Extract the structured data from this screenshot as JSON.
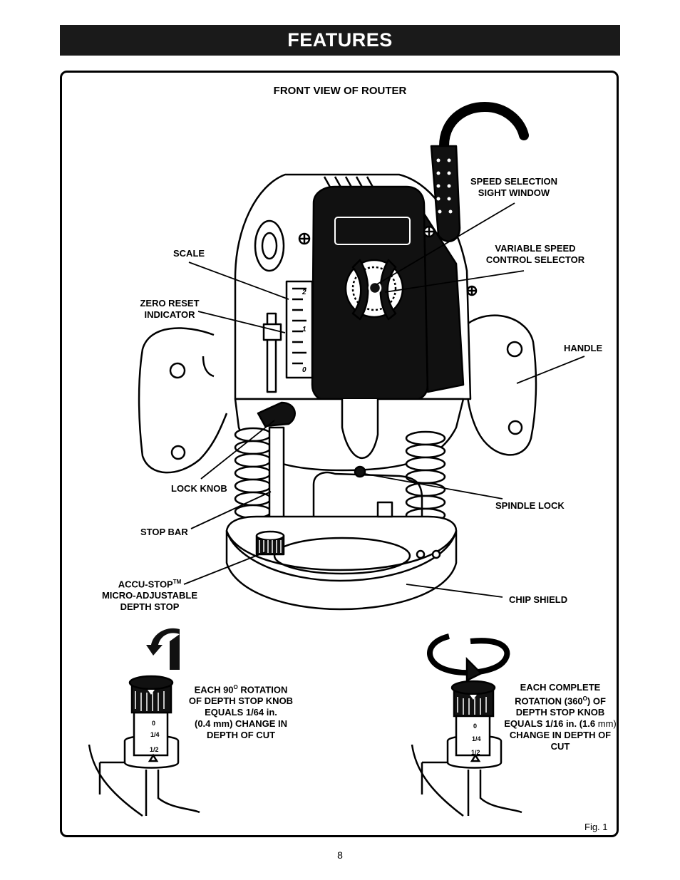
{
  "header": {
    "title": "FEATURES"
  },
  "figure": {
    "title": "FRONT VIEW OF ROUTER",
    "caption": "Fig. 1",
    "labels": {
      "scale": "SCALE",
      "zero_reset_1": "ZERO RESET",
      "zero_reset_2": "INDICATOR",
      "lock_knob": "LOCK KNOB",
      "stop_bar": "STOP BAR",
      "accu_stop_1": "ACCU-STOP",
      "accu_stop_tm": "TM",
      "accu_stop_2": "MICRO-ADJUSTABLE",
      "accu_stop_3": "DEPTH STOP",
      "speed_window_1": "SPEED SELECTION",
      "speed_window_2": "SIGHT WINDOW",
      "variable_speed_1": "VARIABLE SPEED",
      "variable_speed_2": "CONTROL SELECTOR",
      "handle": "HANDLE",
      "spindle_lock": "SPINDLE LOCK",
      "chip_shield": "CHIP SHIELD"
    },
    "scale_marks": [
      "2",
      "1",
      "0"
    ],
    "knob_marks": [
      "0",
      "1/4",
      "1/2"
    ]
  },
  "notes": {
    "left": {
      "line1a": "EACH 90",
      "line1sup": "O",
      "line1b": " ROTATION",
      "line2": "OF DEPTH STOP KNOB",
      "line3": "EQUALS 1/64 in.",
      "line4": "(0.4 mm) CHANGE IN",
      "line5": "DEPTH OF CUT"
    },
    "right": {
      "line1": "EACH COMPLETE",
      "line2a": "ROTATION (360",
      "line2sup": "O",
      "line2b": ") OF",
      "line3": "DEPTH STOP KNOB",
      "line4a": "EQUALS 1/16 in. (1.6 ",
      "line4b": "mm)",
      "line5": "CHANGE IN DEPTH OF",
      "line6": "CUT"
    }
  },
  "page_number": "8"
}
